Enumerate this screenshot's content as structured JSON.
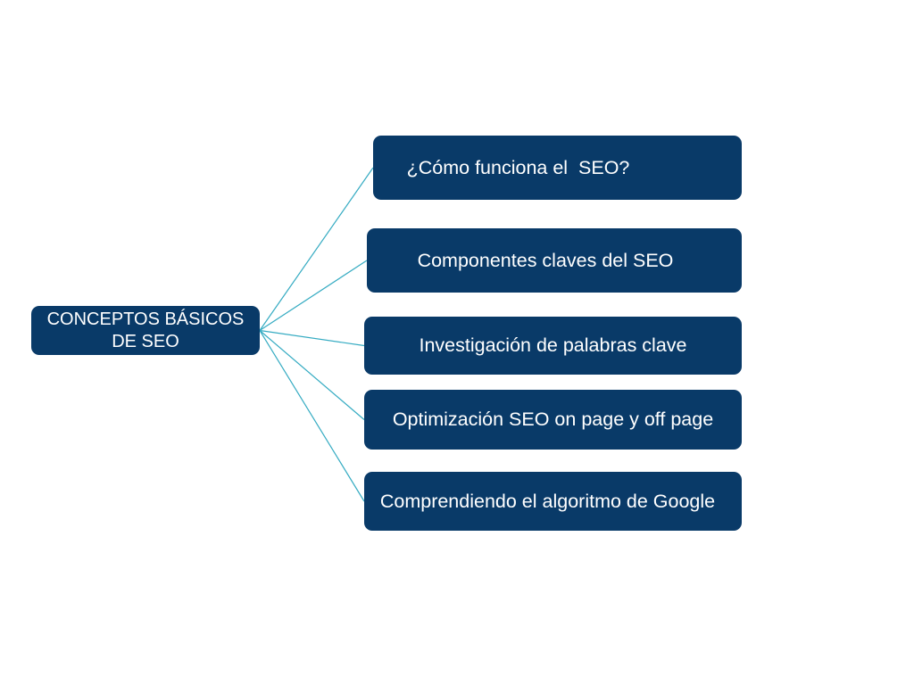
{
  "diagram": {
    "type": "mindmap",
    "root": {
      "label": "CONCEPTOS BÁSICOS\nDE SEO"
    },
    "children": [
      {
        "label": "¿Cómo funciona el  SEO?"
      },
      {
        "label": "Componentes claves del SEO"
      },
      {
        "label": "Investigación de palabras clave"
      },
      {
        "label": "Optimización SEO on page y off page"
      },
      {
        "label": "Comprendiendo el algoritmo de Google"
      }
    ],
    "colors": {
      "node_fill": "#093a68",
      "node_text": "#ffffff",
      "connector": "#35abc2",
      "background": "#ffffff"
    }
  }
}
